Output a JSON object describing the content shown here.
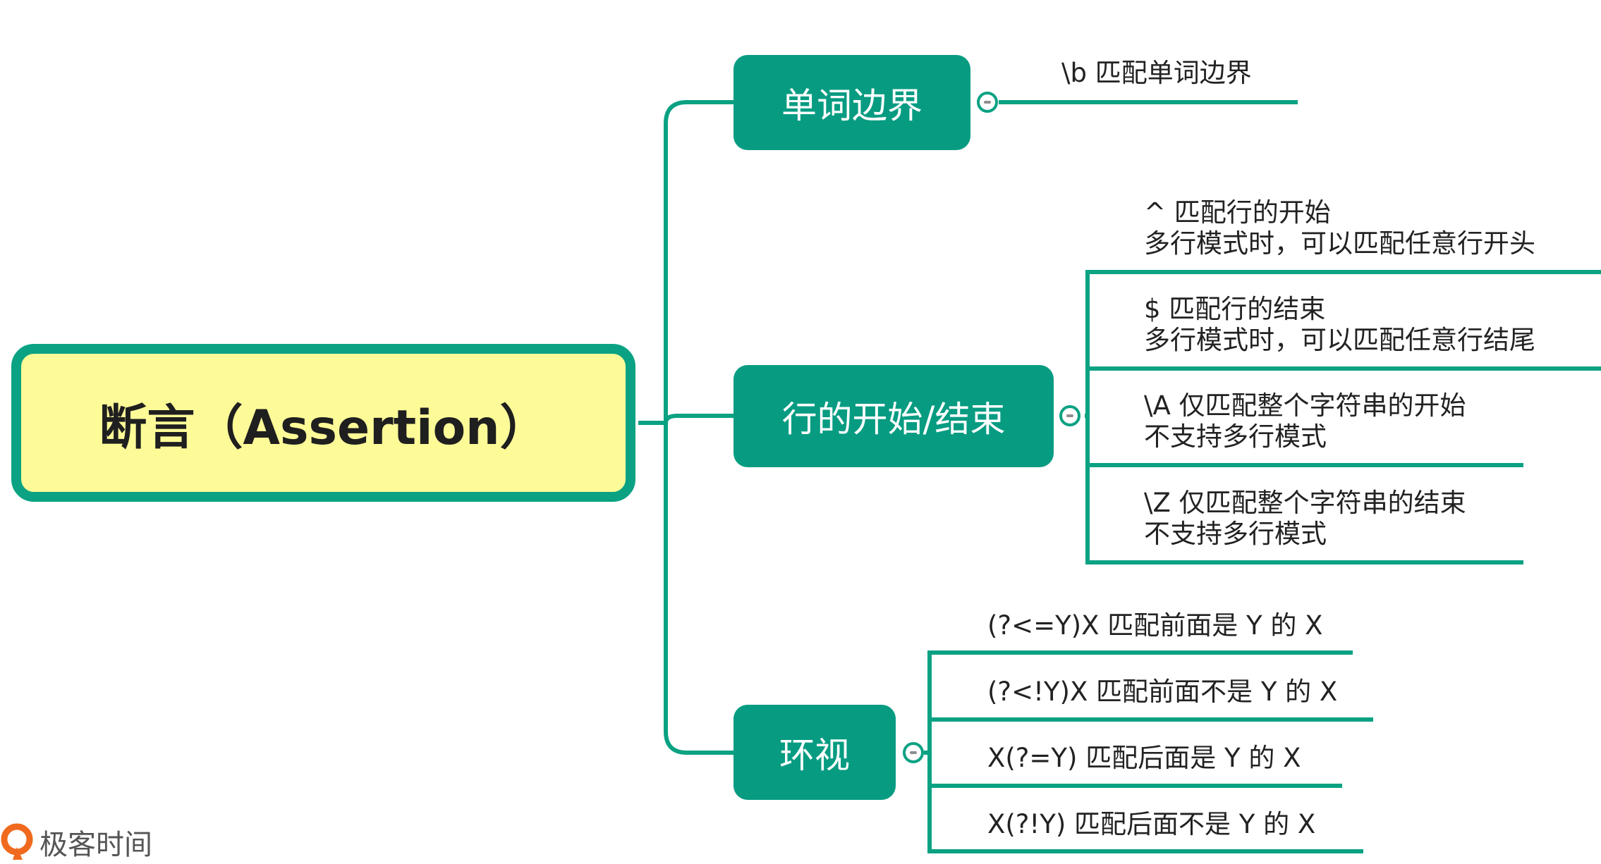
{
  "root": {
    "label": "断言（Assertion）"
  },
  "branches": [
    {
      "label": "单词边界",
      "leaves": [
        {
          "lines": [
            "\\b 匹配单词边界"
          ]
        }
      ]
    },
    {
      "label": "行的开始/结束",
      "leaves": [
        {
          "lines": [
            "^ 匹配行的开始",
            "多行模式时，可以匹配任意行开头"
          ]
        },
        {
          "lines": [
            "$ 匹配行的结束",
            "多行模式时，可以匹配任意行结尾"
          ]
        },
        {
          "lines": [
            "\\A 仅匹配整个字符串的开始",
            "不支持多行模式"
          ]
        },
        {
          "lines": [
            "\\Z 仅匹配整个字符串的结束",
            "不支持多行模式"
          ]
        }
      ]
    },
    {
      "label": "环视",
      "leaves": [
        {
          "lines": [
            "(?<=Y)X 匹配前面是 Y 的 X"
          ]
        },
        {
          "lines": [
            "(?<!Y)X 匹配前面不是 Y 的 X"
          ]
        },
        {
          "lines": [
            "X(?=Y)  匹配后面是 Y 的 X"
          ]
        },
        {
          "lines": [
            "X(?!Y)  匹配后面不是 Y 的 X"
          ]
        }
      ]
    }
  ],
  "watermark": {
    "text": "极客时间",
    "icon": "geektime-logo-icon"
  },
  "colors": {
    "line": "#0aa283",
    "branch_fill": "#079c82",
    "root_fill": "#fdfa98",
    "collapse_dash": "#8e8e8e",
    "logo_orange": "#ef6a1e"
  }
}
